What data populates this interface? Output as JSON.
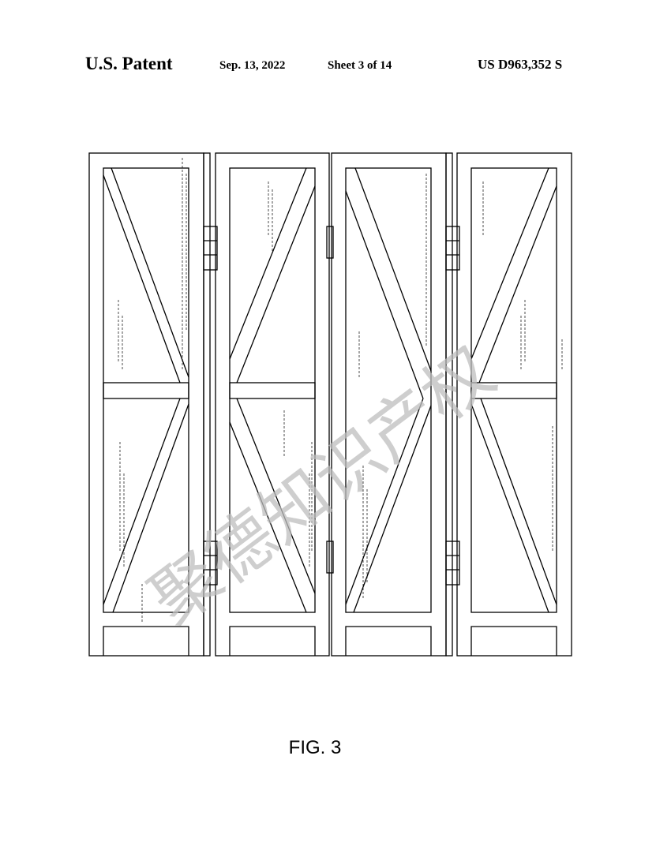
{
  "header": {
    "title": "U.S. Patent",
    "date": "Sep. 13, 2022",
    "sheet": "Sheet 3 of 14",
    "patent_number": "US D963,352 S"
  },
  "figure": {
    "label": "FIG. 3",
    "panel_count": 4
  },
  "watermark": {
    "text": "聚德知识产权",
    "color": "#bdbdbd"
  }
}
